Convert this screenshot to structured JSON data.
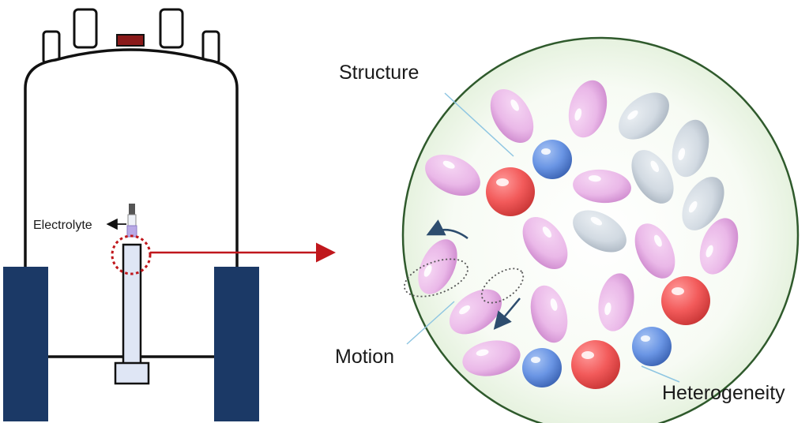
{
  "labels": {
    "electrolyte": "Electrolyte",
    "structure": "Structure",
    "motion": "Motion",
    "heterogeneity": "Heterogeneity"
  },
  "colors": {
    "magnet_outline": "#111111",
    "magnet_base": "#1b3966",
    "magnet_cap": "#8a1a1a",
    "probe_fill": "#dfe6f5",
    "zoom_arrow": "#c0171c",
    "circle_border": "#2f5a2c",
    "pink_ellipse": "#eab8e8",
    "pink_ellipse_shade": "#cc86cc",
    "gray_ellipse": "#d2dae2",
    "gray_ellipse_shade": "#a9b4c0",
    "red_sphere": "#f25a5a",
    "red_sphere_dark": "#c93636",
    "blue_sphere": "#6a95e4",
    "blue_sphere_dark": "#3c64b4",
    "motion_arrow": "#2d4d6e",
    "pointer_line": "#8fc6e2"
  }
}
